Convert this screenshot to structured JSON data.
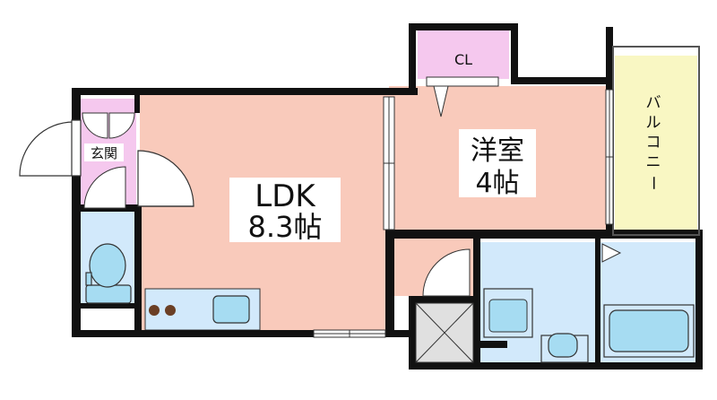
{
  "rooms": {
    "ldk": {
      "name": "LDK",
      "size": "8.3帖"
    },
    "western": {
      "name": "洋室",
      "size": "4帖"
    },
    "closet": {
      "name": "CL"
    },
    "entrance": {
      "name": "玄関"
    },
    "balcony": {
      "name": "バルコニー",
      "chars": [
        "バ",
        "ル",
        "コ",
        "ニ",
        "ー"
      ]
    }
  },
  "colors": {
    "wall": "#111111",
    "ldk": "#f9cabb",
    "western": "#f9cabb",
    "closet": "#f5c8ee",
    "entrance": "#f5c8ee",
    "balcony": "#f9f7c3",
    "wet": "#d2e9fb",
    "fixture": "#a6dcf2",
    "burner": "#6b3f25"
  }
}
